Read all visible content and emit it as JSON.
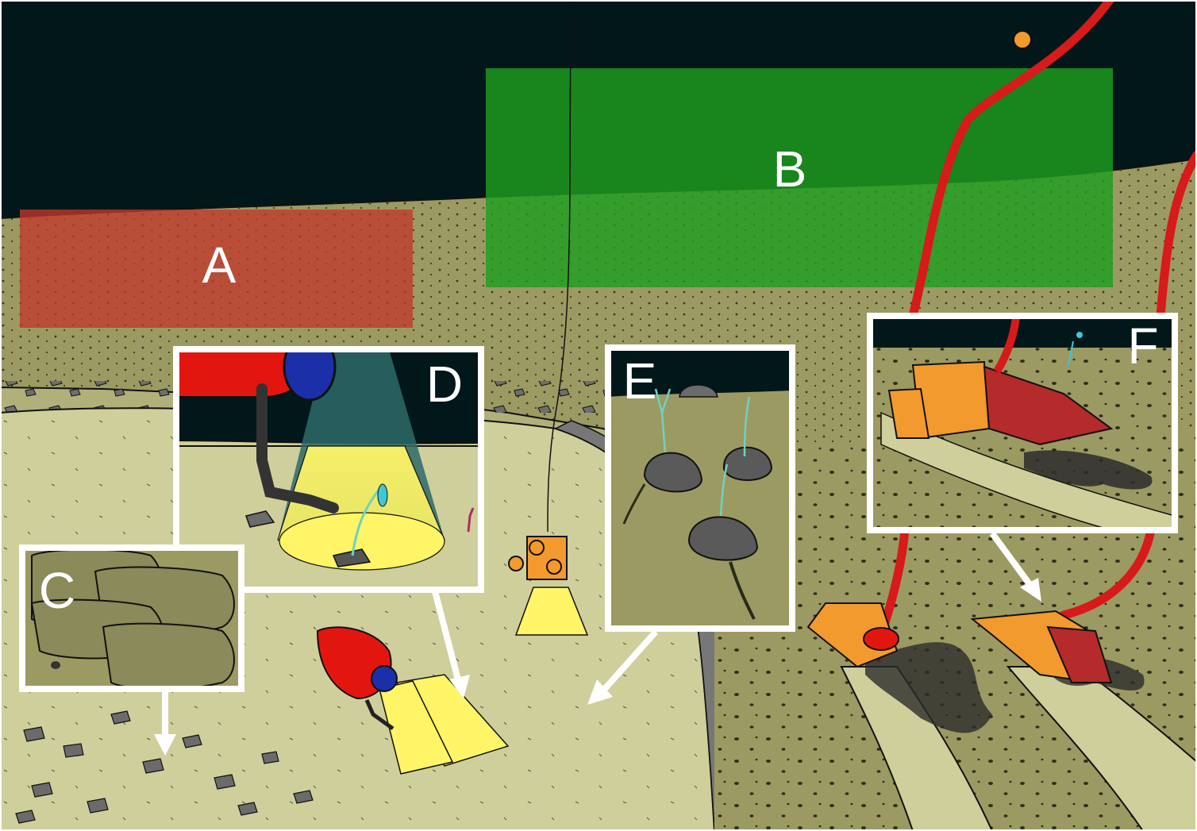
{
  "labels": {
    "a": "A",
    "b": "B",
    "c": "C",
    "d": "D",
    "e": "E",
    "f": "F"
  },
  "colors": {
    "water": "#02171a",
    "plain_far": "#9c9a63",
    "mound": "#cfcf9c",
    "seafloor": "#b1b07b",
    "rock": "#6b6b6b",
    "nodule": "#5a5a5a",
    "zone_a": "#c0392b",
    "zone_b": "#1f9e1f",
    "riser": "#d71a1a",
    "collector": "#f29a2e",
    "vehicle_red": "#e3160f",
    "dome_blue": "#1a2fa8",
    "light_cone": "#fff566",
    "callout_border": "#ffffff"
  },
  "icons": [
    "collector-vehicle-icon",
    "rov-icon",
    "towed-camera-icon",
    "nodule-icon",
    "sediment-plume-icon",
    "stalked-organism-icon"
  ]
}
